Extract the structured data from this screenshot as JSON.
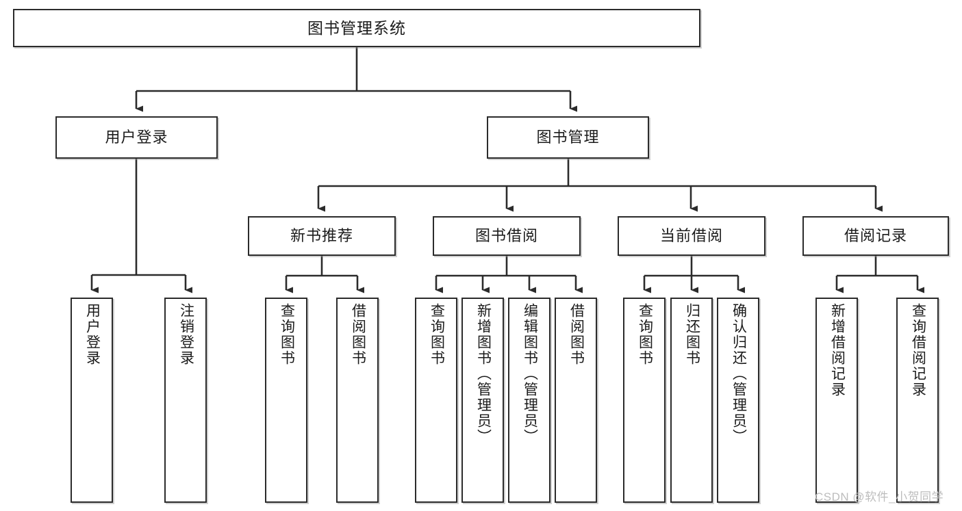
{
  "diagram": {
    "title": "图书管理系统",
    "type": "function-structure-tree",
    "watermark": "CSDN @软件_小贺同学",
    "colors": {
      "box_border": "#2b2b2b",
      "box_fill": "#ffffff",
      "connector": "#2b2b2b",
      "text": "#1b1b1b",
      "watermark": "#bdbdbd"
    },
    "levels": {
      "root": {
        "label": "图书管理系统"
      },
      "level2": [
        {
          "id": "user-login",
          "label": "用户登录"
        },
        {
          "id": "book-management",
          "label": "图书管理"
        }
      ],
      "level3": [
        {
          "id": "new-book-recommend",
          "label": "新书推荐",
          "parent": "book-management"
        },
        {
          "id": "book-borrow",
          "label": "图书借阅",
          "parent": "book-management"
        },
        {
          "id": "current-borrow",
          "label": "当前借阅",
          "parent": "book-management"
        },
        {
          "id": "borrow-record",
          "label": "借阅记录",
          "parent": "book-management"
        }
      ],
      "leaves": [
        {
          "id": "leaf-user-login",
          "label": "用户登录",
          "parent": "user-login"
        },
        {
          "id": "leaf-user-logout",
          "label": "注销登录",
          "parent": "user-login"
        },
        {
          "id": "leaf-query-book-1",
          "label": "查询图书",
          "parent": "new-book-recommend"
        },
        {
          "id": "leaf-borrow-book-1",
          "label": "借阅图书",
          "parent": "new-book-recommend"
        },
        {
          "id": "leaf-query-book-2",
          "label": "查询图书",
          "parent": "book-borrow"
        },
        {
          "id": "leaf-add-book",
          "label": "新增图书（管理员）",
          "parent": "book-borrow"
        },
        {
          "id": "leaf-edit-book",
          "label": "编辑图书（管理员）",
          "parent": "book-borrow"
        },
        {
          "id": "leaf-borrow-book-2",
          "label": "借阅图书",
          "parent": "book-borrow"
        },
        {
          "id": "leaf-query-book-3",
          "label": "查询图书",
          "parent": "current-borrow"
        },
        {
          "id": "leaf-return-book",
          "label": "归还图书",
          "parent": "current-borrow"
        },
        {
          "id": "leaf-confirm-return",
          "label": "确认归还（管理员）",
          "parent": "current-borrow"
        },
        {
          "id": "leaf-add-borrow-record",
          "label": "新增借阅记录",
          "parent": "borrow-record"
        },
        {
          "id": "leaf-query-borrow-record",
          "label": "查询借阅记录",
          "parent": "borrow-record"
        }
      ]
    }
  }
}
